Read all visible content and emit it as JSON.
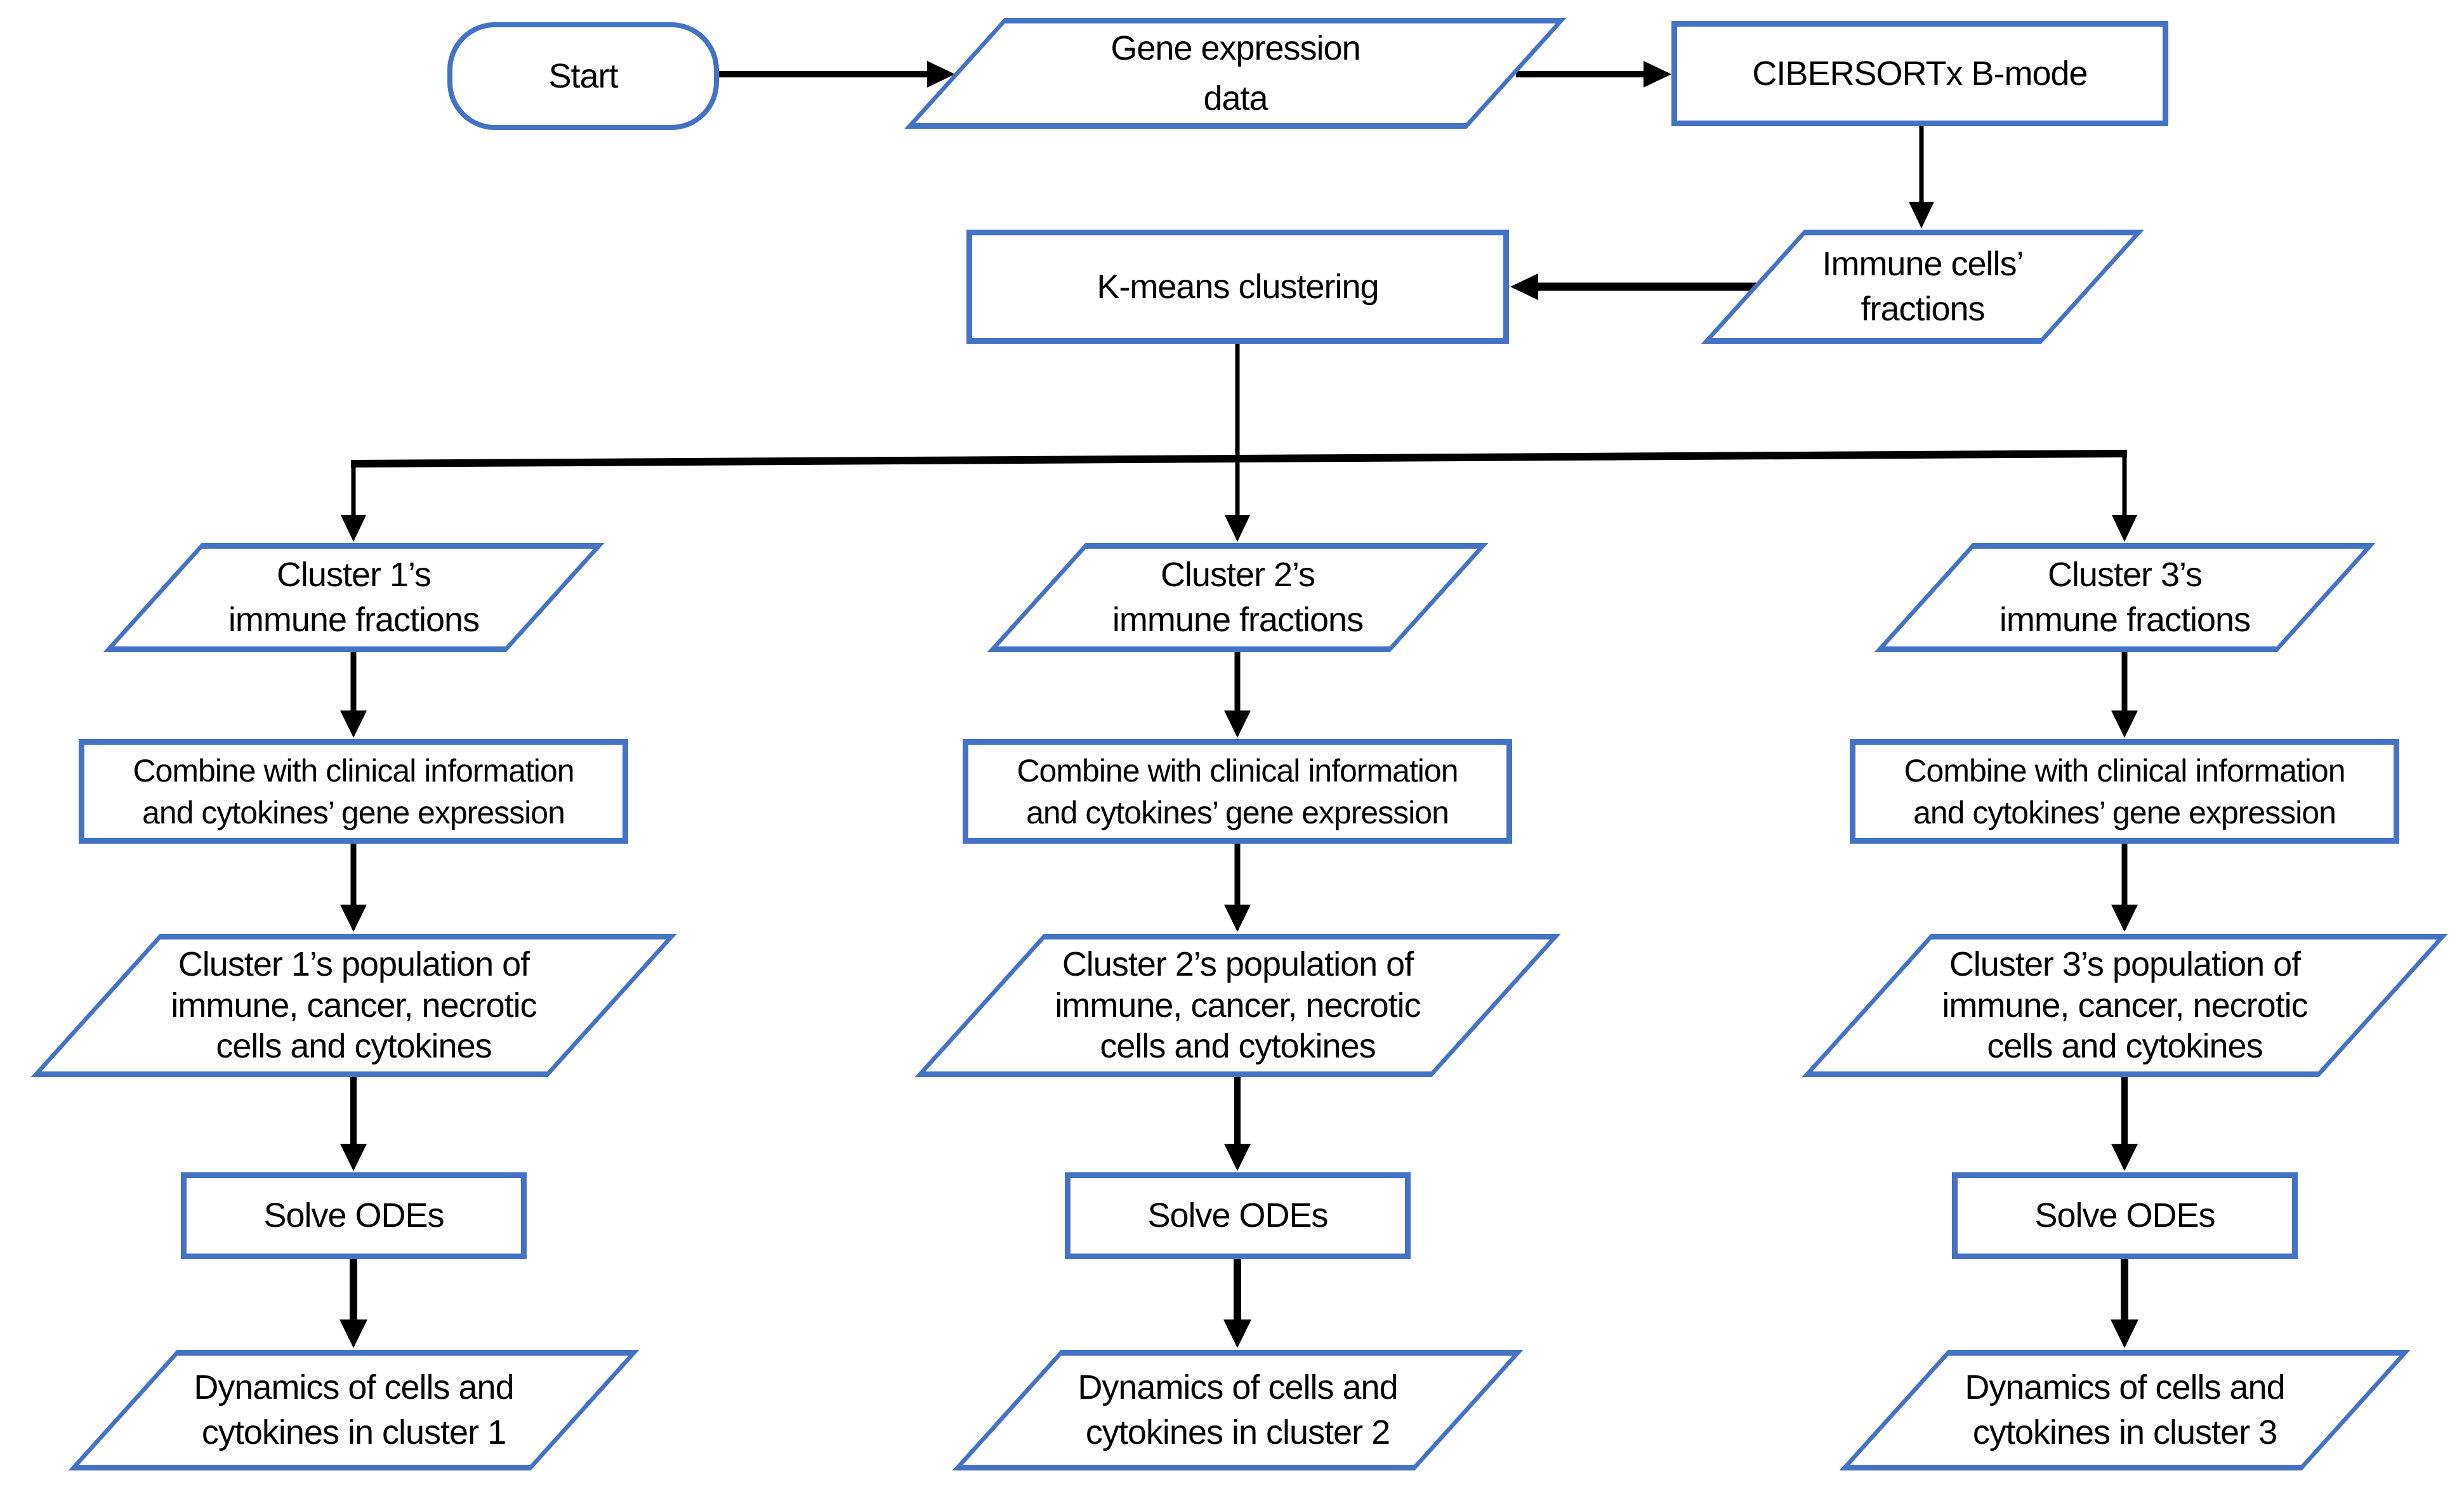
{
  "colors": {
    "node_border": "#4472C4",
    "arrow": "#000000",
    "text": "#000000",
    "background": "#FFFFFF"
  },
  "flow": {
    "start": {
      "label": "Start"
    },
    "gene_expression": {
      "line1": "Gene expression",
      "line2": "data"
    },
    "cibersortx": {
      "label": "CIBERSORTx B-mode"
    },
    "immune_fractions": {
      "line1": "Immune cells’",
      "line2": "fractions"
    },
    "kmeans": {
      "label": "K-means clustering"
    }
  },
  "clusters": [
    {
      "immune_fractions": {
        "line1": "Cluster 1’s",
        "line2": "immune fractions"
      },
      "combine": {
        "line1": "Combine with clinical information",
        "line2": "and cytokines’ gene expression"
      },
      "population": {
        "line1": "Cluster 1’s population of",
        "line2": "immune, cancer, necrotic",
        "line3": "cells and cytokines"
      },
      "solve": {
        "label": "Solve ODEs"
      },
      "dynamics": {
        "line1": "Dynamics of cells and",
        "line2": "cytokines in cluster 1"
      }
    },
    {
      "immune_fractions": {
        "line1": "Cluster 2’s",
        "line2": "immune fractions"
      },
      "combine": {
        "line1": "Combine with clinical information",
        "line2": "and cytokines’ gene expression"
      },
      "population": {
        "line1": "Cluster 2’s population of",
        "line2": "immune, cancer, necrotic",
        "line3": "cells and cytokines"
      },
      "solve": {
        "label": "Solve ODEs"
      },
      "dynamics": {
        "line1": "Dynamics of cells and",
        "line2": "cytokines in cluster 2"
      }
    },
    {
      "immune_fractions": {
        "line1": "Cluster 3’s",
        "line2": "immune fractions"
      },
      "combine": {
        "line1": "Combine with clinical information",
        "line2": "and cytokines’ gene expression"
      },
      "population": {
        "line1": "Cluster 3’s population of",
        "line2": "immune, cancer, necrotic",
        "line3": "cells and cytokines"
      },
      "solve": {
        "label": "Solve ODEs"
      },
      "dynamics": {
        "line1": "Dynamics of cells and",
        "line2": "cytokines in cluster 3"
      }
    }
  ]
}
